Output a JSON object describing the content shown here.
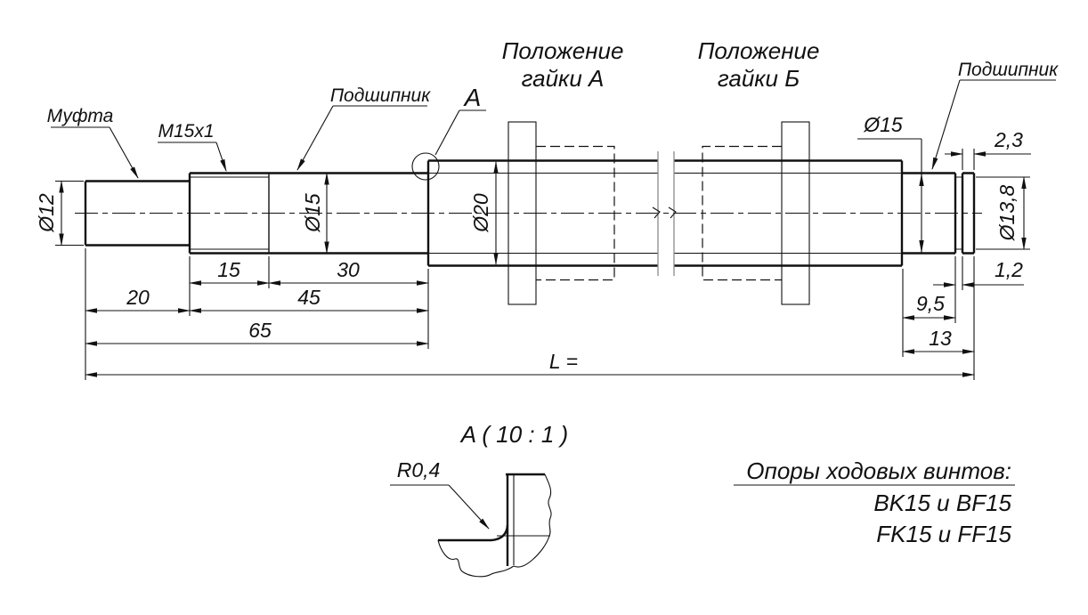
{
  "drawing": {
    "callouts": {
      "coupling": "Муфта",
      "thread_spec": "M15x1",
      "bearing_left": "Подшипник",
      "bearing_right": "Подшипник",
      "detail_ref": "A"
    },
    "headers": {
      "nut_a": [
        "Положение",
        "гайки А"
      ],
      "nut_b": [
        "Положение",
        "гайки Б"
      ]
    },
    "diameters": {
      "d12": "Ø12",
      "d15_left": "Ø15",
      "d20": "Ø20",
      "d15_right": "Ø15",
      "d13_8": "Ø13,8"
    },
    "lengths": {
      "seg15": "15",
      "seg30": "30",
      "seg20": "20",
      "seg45": "45",
      "seg65": "65",
      "land": "2,3",
      "groove": "1,2",
      "seg9_5": "9,5",
      "seg13": "13",
      "total": "L ="
    },
    "detail_view": {
      "title": "A ( 10 : 1 )",
      "fillet_radius": "R0,4"
    },
    "note": {
      "title": "Опоры ходовых винтов:",
      "lines": [
        "BK15 и BF15",
        "FK15 и FF15"
      ]
    }
  }
}
